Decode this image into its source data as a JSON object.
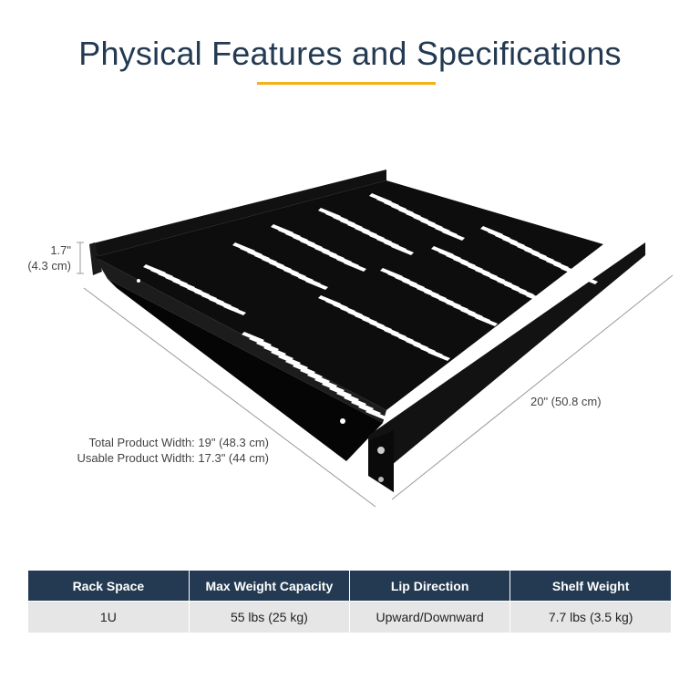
{
  "title": "Physical Features and Specifications",
  "dimensions": {
    "height_in": "1.7\"",
    "height_cm": "(4.3 cm)",
    "total_width": "Total Product Width: 19\" (48.3 cm)",
    "usable_width": "Usable Product Width: 17.3\" (44 cm)",
    "depth": "20\" (50.8 cm)"
  },
  "specs": {
    "headers": [
      "Rack Space",
      "Max Weight Capacity",
      "Lip Direction",
      "Shelf Weight"
    ],
    "values": [
      "1U",
      "55 lbs (25 kg)",
      "Upward/Downward",
      "7.7 lbs (3.5 kg)"
    ]
  },
  "colors": {
    "title": "#233a52",
    "accent": "#f3b21c",
    "table_header_bg": "#233a52",
    "table_row_bg": "#e6e6e6",
    "shelf": "#0d0d0d"
  }
}
